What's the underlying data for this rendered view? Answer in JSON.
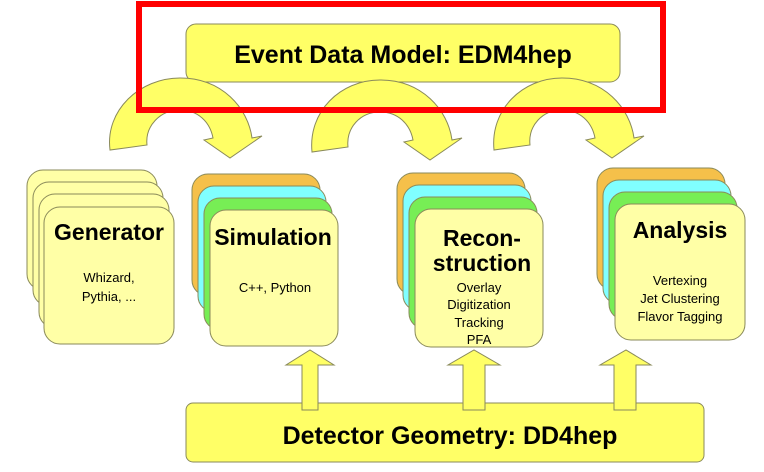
{
  "colors": {
    "yellow": "#ffff66",
    "pale_yellow": "#ffffa6",
    "orange": "#f5c04a",
    "cyan": "#80ffff",
    "green": "#77ee55",
    "outline": "#8a8a5a",
    "highlight": "#ff0000"
  },
  "top_box": {
    "label": "Event Data Model: EDM4hep"
  },
  "bottom_box": {
    "label": "Detector Geometry: DD4hep"
  },
  "stages": [
    {
      "title_lines": [
        "Generator"
      ],
      "items": [
        "Whizard,",
        "Pythia, ..."
      ]
    },
    {
      "title_lines": [
        "Simulation"
      ],
      "items": [
        "C++, Python"
      ]
    },
    {
      "title_lines": [
        "Recon-",
        "struction"
      ],
      "items": [
        "Overlay",
        "Digitization",
        "Tracking",
        "PFA"
      ]
    },
    {
      "title_lines": [
        "Analysis"
      ],
      "items": [
        "Vertexing",
        "Jet Clustering",
        "Flavor Tagging"
      ]
    }
  ]
}
